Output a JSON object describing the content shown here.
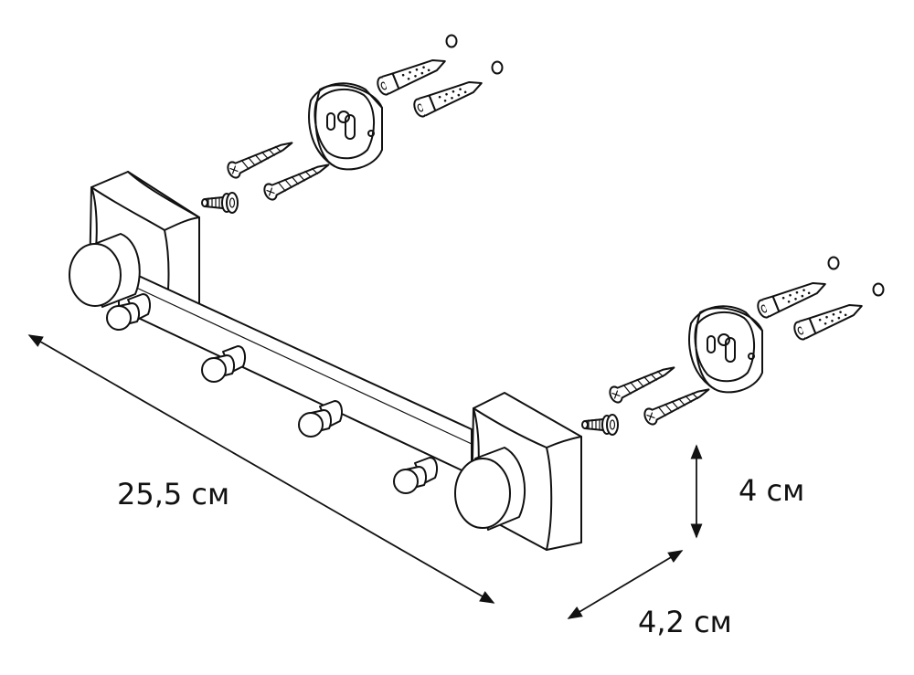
{
  "dimensions": {
    "length": "25,5 см",
    "height": "4 см",
    "depth": "4,2 см"
  },
  "colors": {
    "line": "#111111",
    "background": "#ffffff"
  }
}
